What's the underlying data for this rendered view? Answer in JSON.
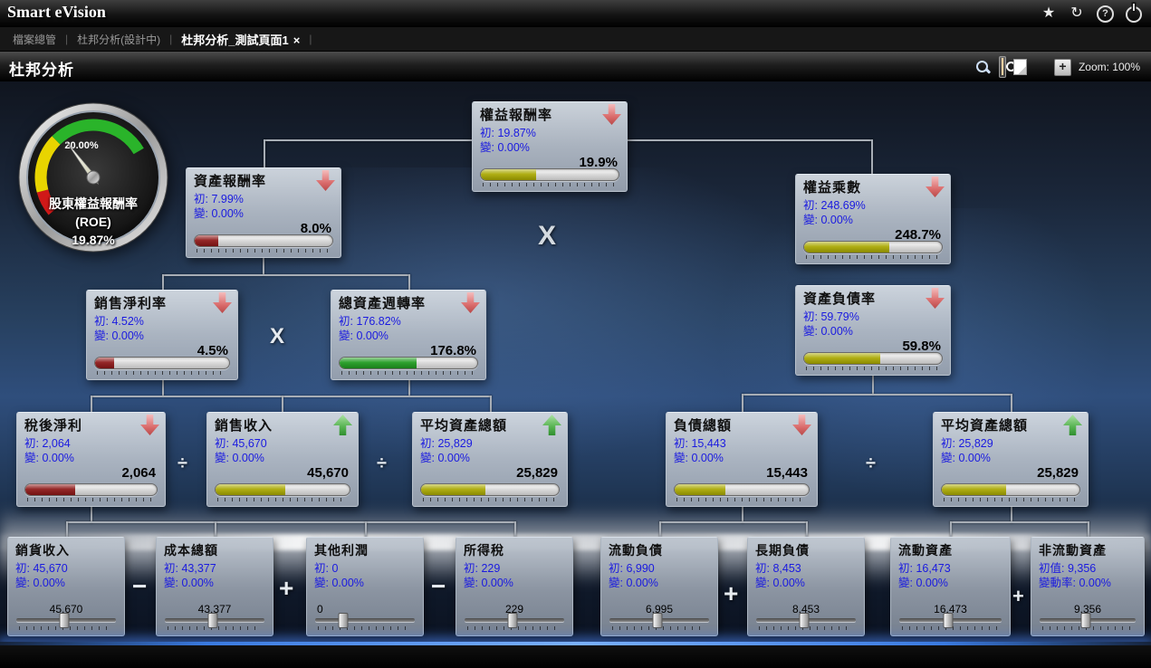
{
  "titlebar": {
    "app_title": "Smart eVision",
    "icons": {
      "star": "★",
      "refresh": "↻",
      "help": "?"
    }
  },
  "tabbar": {
    "separator": "|",
    "tabs": [
      {
        "label": "檔案總管"
      },
      {
        "label": "杜邦分析(設計中)"
      },
      {
        "label": "杜邦分析_測試頁面1",
        "close_label": "×",
        "active": true
      }
    ]
  },
  "toolbar": {
    "page_title": "杜邦分析",
    "zoom_plus_label": "+",
    "zoom_label": "Zoom: 100%",
    "icons": [
      "zoom-preview",
      "export-ppt",
      "new-document"
    ]
  },
  "gauge": {
    "tick_label": "20.00%",
    "title": "股東權益報酬率",
    "subtitle": "(ROE)",
    "value": "19.87%"
  },
  "colors": {
    "value_text_blue": "#1a1ae0",
    "arrow_down_red": "#d96a6a",
    "arrow_up_green": "#3da23d",
    "bar_red": "#8c1616",
    "bar_olive": "#a9a800",
    "bar_green": "#1e9a1e",
    "gauge_red": "#d01818",
    "gauge_yellow": "#e8d400",
    "gauge_green": "#2ab42a",
    "bottom_glow_blue": "#3a7ae0"
  },
  "operators": [
    {
      "symbol": "X"
    },
    {
      "symbol": "X"
    },
    {
      "symbol": "÷"
    },
    {
      "symbol": "÷"
    },
    {
      "symbol": "÷"
    },
    {
      "symbol": "−"
    },
    {
      "symbol": "+"
    },
    {
      "symbol": "−"
    },
    {
      "symbol": "+"
    },
    {
      "symbol": "+"
    }
  ],
  "nodes": {
    "roe": {
      "title": "權益報酬率",
      "line1": "初: 19.87%",
      "line2": "變: 0.00%",
      "value": "19.9%",
      "trend": "down",
      "bar_fill": 40,
      "bar_color": "#a9a800"
    },
    "roa": {
      "title": "資產報酬率",
      "line1": "初: 7.99%",
      "line2": "變: 0.00%",
      "value": "8.0%",
      "trend": "down",
      "bar_fill": 17,
      "bar_color": "#8c1616"
    },
    "equity_multiplier": {
      "title": "權益乘數",
      "line1": "初: 248.69%",
      "line2": "變: 0.00%",
      "value": "248.7%",
      "trend": "down",
      "bar_fill": 62,
      "bar_color": "#a9a800"
    },
    "net_profit_margin": {
      "title": "銷售淨利率",
      "line1": "初: 4.52%",
      "line2": "變: 0.00%",
      "value": "4.5%",
      "trend": "down",
      "bar_fill": 14,
      "bar_color": "#8c1616"
    },
    "asset_turnover": {
      "title": "總資產週轉率",
      "line1": "初: 176.82%",
      "line2": "變: 0.00%",
      "value": "176.8%",
      "trend": "down",
      "bar_fill": 56,
      "bar_color": "#1e9a1e"
    },
    "debt_ratio": {
      "title": "資產負債率",
      "line1": "初: 59.79%",
      "line2": "變: 0.00%",
      "value": "59.8%",
      "trend": "down",
      "bar_fill": 55,
      "bar_color": "#a9a800"
    },
    "net_income": {
      "title": "稅後淨利",
      "line1": "初: 2,064",
      "line2": "變: 0.00%",
      "value": "2,064",
      "trend": "down",
      "bar_fill": 38,
      "bar_color": "#8c1616"
    },
    "sales_revenue": {
      "title": "銷售收入",
      "line1": "初: 45,670",
      "line2": "變: 0.00%",
      "value": "45,670",
      "trend": "up",
      "bar_fill": 52,
      "bar_color": "#a9a800"
    },
    "avg_assets_left": {
      "title": "平均資產總額",
      "line1": "初: 25,829",
      "line2": "變: 0.00%",
      "value": "25,829",
      "trend": "up",
      "bar_fill": 47,
      "bar_color": "#a9a800"
    },
    "total_liabilities": {
      "title": "負債總額",
      "line1": "初: 15,443",
      "line2": "變: 0.00%",
      "value": "15,443",
      "trend": "down",
      "bar_fill": 38,
      "bar_color": "#a9a800"
    },
    "avg_assets_right": {
      "title": "平均資產總額",
      "line1": "初: 25,829",
      "line2": "變: 0.00%",
      "value": "25,829",
      "trend": "up",
      "bar_fill": 47,
      "bar_color": "#a9a800"
    },
    "goods_revenue": {
      "title": "銷貨收入",
      "line1": "初: 45,670",
      "line2": "變: 0.00%",
      "value": "45,670",
      "handle_pct": 48
    },
    "total_cost": {
      "title": "成本總額",
      "line1": "初: 43,377",
      "line2": "變: 0.00%",
      "value": "43,377",
      "handle_pct": 48
    },
    "other_profit": {
      "title": "其他利潤",
      "line1": "初: 0",
      "line2": "變: 0.00%",
      "value": "0",
      "handle_pct": 28
    },
    "income_tax": {
      "title": "所得稅",
      "line1": "初: 229",
      "line2": "變: 0.00%",
      "value": "229",
      "handle_pct": 48
    },
    "current_liabilities": {
      "title": "流動負債",
      "line1": "初: 6,990",
      "line2": "變: 0.00%",
      "value": "6,995",
      "handle_pct": 48
    },
    "long_term_liabilities": {
      "title": "長期負債",
      "line1": "初: 8,453",
      "line2": "變: 0.00%",
      "value": "8,453",
      "handle_pct": 48
    },
    "current_assets": {
      "title": "流動資產",
      "line1": "初: 16,473",
      "line2": "變: 0.00%",
      "value": "16,473",
      "handle_pct": 48
    },
    "non_current_assets": {
      "title": "非流動資產",
      "line1": "初值: 9,356",
      "line2": "變動率: 0.00%",
      "value": "9,356",
      "handle_pct": 48
    }
  }
}
